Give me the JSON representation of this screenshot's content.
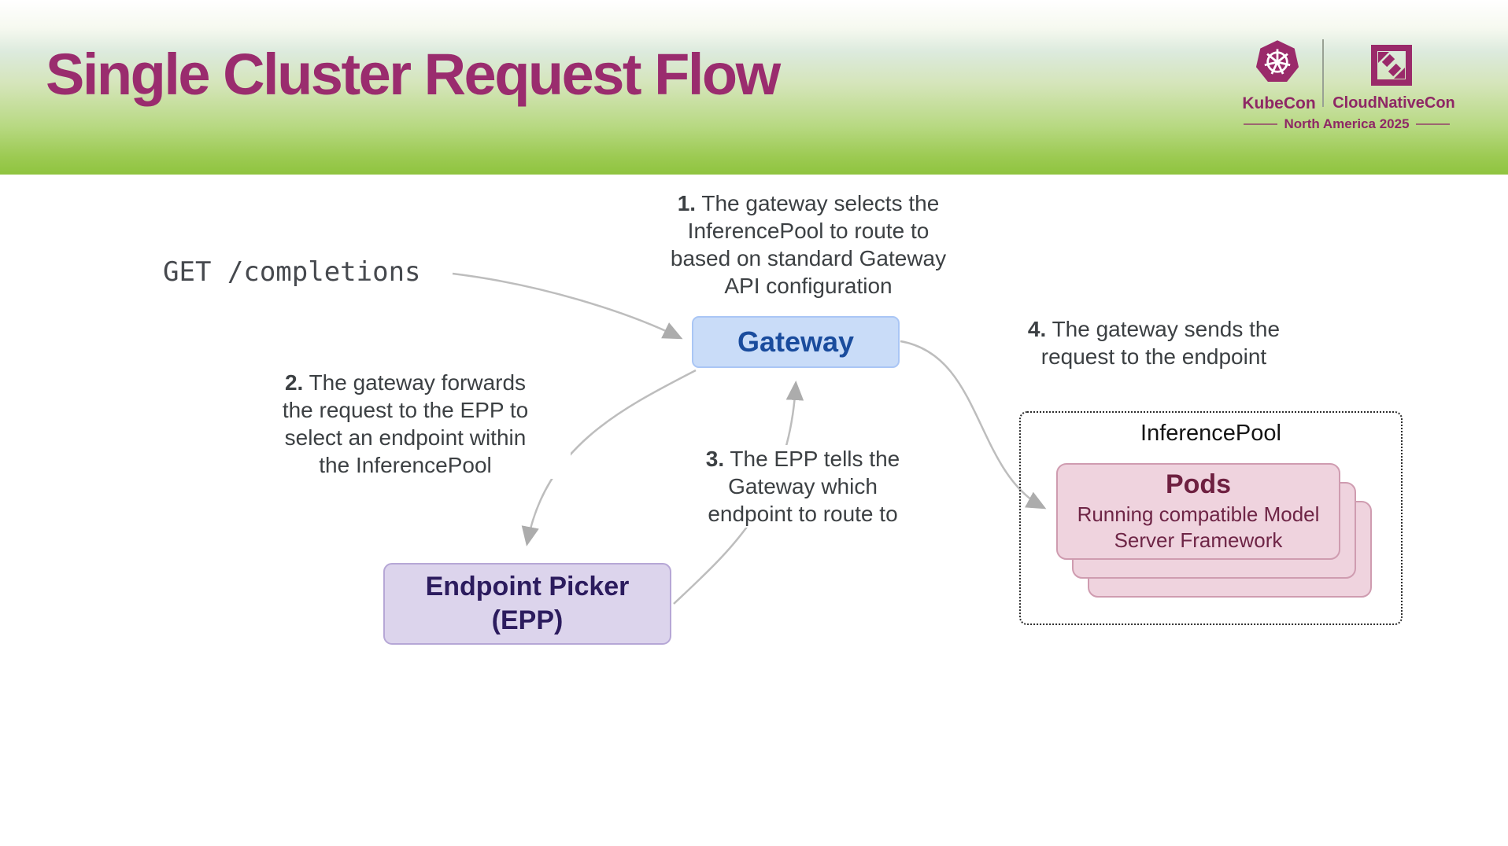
{
  "header": {
    "title": "Single Cluster Request Flow",
    "logo": {
      "kubecon": "KubeCon",
      "cloudnativecon": "CloudNativeCon",
      "event": "North America 2025"
    }
  },
  "diagram": {
    "request_label": "GET /completions",
    "gateway": {
      "label": "Gateway"
    },
    "epp": {
      "lines": [
        "Endpoint Picker",
        "(EPP)"
      ]
    },
    "inference_pool": {
      "label": "InferencePool"
    },
    "pods": {
      "title": "Pods",
      "subtitle_lines": [
        "Running compatible Model",
        "Server Framework"
      ]
    },
    "annotations": [
      {
        "number": "1.",
        "lines": [
          "The gateway selects the",
          "InferencePool to route to",
          "based on standard Gateway",
          "API configuration"
        ]
      },
      {
        "number": "2.",
        "lines": [
          "The gateway forwards",
          "the request to the EPP to",
          "select an endpoint within",
          "the InferencePool"
        ]
      },
      {
        "number": "3.",
        "lines": [
          "The EPP tells the",
          "Gateway which",
          "endpoint to route to"
        ]
      },
      {
        "number": "4.",
        "lines": [
          "The gateway sends the",
          "request to the endpoint"
        ]
      }
    ]
  },
  "colors": {
    "header_green": "#8fc43f",
    "title_magenta": "#9a2c6e",
    "logo_magenta": "#9a2a6a",
    "gateway_fill": "#c9dcf8",
    "gateway_text": "#1a4c9d",
    "epp_fill": "#dcd4ec",
    "epp_text": "#2c1c5e",
    "pods_fill": "#efd3de",
    "pods_text": "#6e2040",
    "note_text": "#3c4043",
    "arrow_gray": "#bdbdbd"
  }
}
